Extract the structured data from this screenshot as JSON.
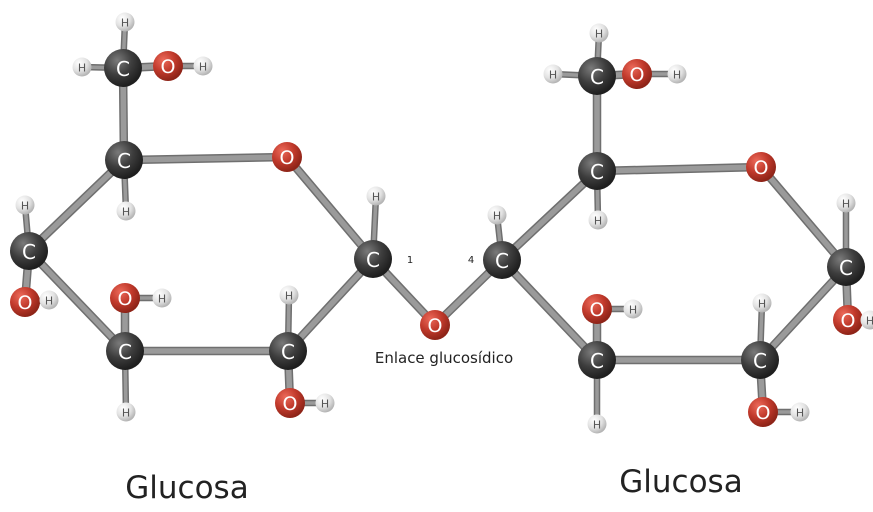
{
  "labels": {
    "left_molecule": "Glucosa",
    "right_molecule": "Glucosa",
    "bond_name": "Enlace glucosídico",
    "carbon_1": "1",
    "carbon_4": "4"
  },
  "atom_symbols": {
    "carbon": "C",
    "oxygen": "O",
    "hydrogen": "H"
  },
  "colors": {
    "carbon": "#3d3d3d",
    "oxygen": "#c0392b",
    "hydrogen": "#e2e2e2",
    "bond": "#9a9a9a"
  }
}
